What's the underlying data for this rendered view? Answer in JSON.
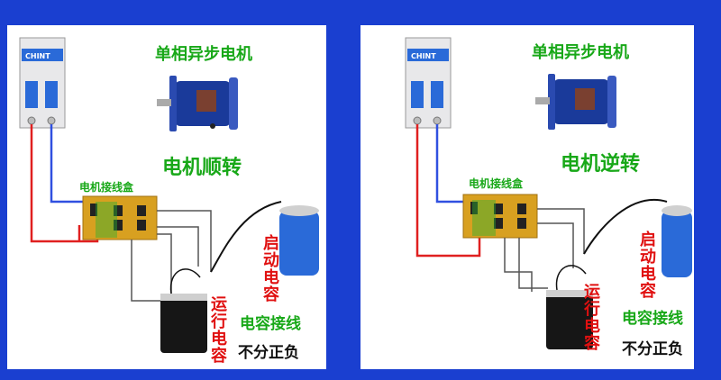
{
  "panels": [
    {
      "breaker_brand": "CHINT",
      "motor_title": "单相异步电机",
      "direction_title": "电机顺转",
      "junction_box_label": "电机接线盒",
      "start_cap_label": "启动电容",
      "run_cap_label": "运行电容",
      "cap_note_line1": "电容接线",
      "cap_note_line2": "不分正负"
    },
    {
      "breaker_brand": "CHINT",
      "motor_title": "单相异步电机",
      "direction_title": "电机逆转",
      "junction_box_label": "电机接线盒",
      "start_cap_label": "启动电容",
      "run_cap_label": "运行电容",
      "cap_note_line1": "电容接线",
      "cap_note_line2": "不分正负"
    }
  ],
  "colors": {
    "background": "#1a3fd0",
    "panel": "#ffffff",
    "title_green": "#18a818",
    "label_red": "#e01010",
    "live_wire": "#e02020",
    "neutral_wire": "#3050e0",
    "motor_body": "#1a3a9a",
    "start_capacitor": "#2a6ad8",
    "run_capacitor": "#161616",
    "junction_box": "#d8a020"
  },
  "icons": [
    "circuit-breaker-icon",
    "motor-icon",
    "junction-box-icon",
    "start-capacitor-icon",
    "run-capacitor-icon"
  ]
}
